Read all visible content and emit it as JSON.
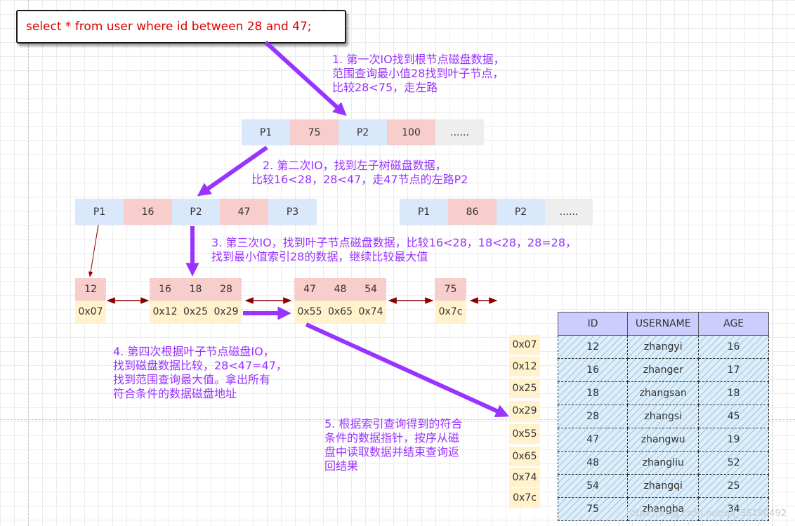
{
  "sql": "select * from user where id between 28 and 47;",
  "notes": {
    "step1": [
      "1. 第一次IO找到根节点磁盘数据，",
      "范围查询最小值28找到叶子节点，",
      "比较28<75，走左路"
    ],
    "step2": [
      "2. 第二次IO，找到左子树磁盘数据，",
      "比较16<28，28<47，走47节点的左路P2"
    ],
    "step3": [
      "3. 第三次IO，找到叶子节点磁盘数据，比较16<28，18<28，28=28，",
      "找到最小值索引28的数据，继续比较最大值"
    ],
    "step4": [
      "4. 第四次根据叶子节点磁盘IO，",
      "找到磁盘数据比较，28<47=47，",
      "找到范围查询最大值。拿出所有",
      "符合条件的数据磁盘地址"
    ],
    "step5": [
      "5. 根据索引查询得到的符合",
      "条件的数据指针，按序从磁",
      "盘中读取数据并结束查询返",
      "回结果"
    ]
  },
  "root_node": [
    "P1",
    "75",
    "P2",
    "100",
    "......"
  ],
  "left_node": [
    "P1",
    "16",
    "P2",
    "47",
    "P3"
  ],
  "right_node": [
    "P1",
    "86",
    "P2",
    "......"
  ],
  "leaves": [
    {
      "keys": [
        "12"
      ],
      "addrs": [
        "0x07"
      ]
    },
    {
      "keys": [
        "16",
        "18",
        "28"
      ],
      "addrs": [
        "0x12",
        "0x25",
        "0x29"
      ]
    },
    {
      "keys": [
        "47",
        "48",
        "54"
      ],
      "addrs": [
        "0x55",
        "0x65",
        "0x74"
      ]
    },
    {
      "keys": [
        "75"
      ],
      "addrs": [
        "0x7c"
      ]
    }
  ],
  "pointers": [
    "0x07",
    "0x12",
    "0x25",
    "0x29",
    "0x55",
    "0x65",
    "0x74",
    "0x7c"
  ],
  "table": {
    "headers": [
      "ID",
      "USERNAME",
      "AGE"
    ],
    "rows": [
      [
        "12",
        "zhangyi",
        "16"
      ],
      [
        "16",
        "zhanger",
        "17"
      ],
      [
        "18",
        "zhangsan",
        "18"
      ],
      [
        "28",
        "zhangsi",
        "45"
      ],
      [
        "47",
        "zhangwu",
        "19"
      ],
      [
        "48",
        "zhangliu",
        "52"
      ],
      [
        "54",
        "zhangqi",
        "25"
      ],
      [
        "75",
        "zhangba",
        "34"
      ]
    ]
  },
  "watermark": "https://blog.csdn.net/qq_35190492",
  "colors": {
    "pointer_cell": "#dae8fc",
    "key_cell": "#f8cecc",
    "ellipsis_cell": "#eeeeee",
    "address_cell": "#fff2cc",
    "note_text": "#9933ff",
    "sql_text": "#e00000",
    "purple_arrow": "#9933ff",
    "dark_red_arrow": "#8b0000"
  }
}
